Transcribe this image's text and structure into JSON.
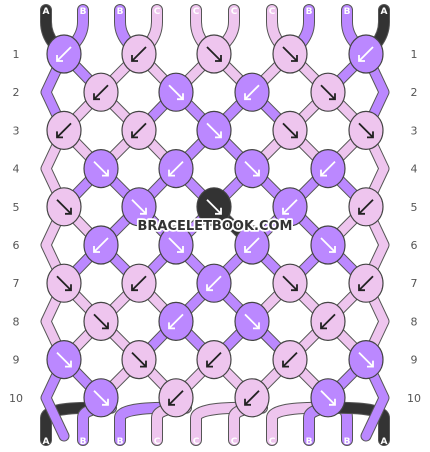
{
  "watermark": "BRACELETBOOK.COM",
  "strings": {
    "top": [
      "A",
      "B",
      "B",
      "C",
      "C",
      "C",
      "C",
      "B",
      "B",
      "A"
    ],
    "bottom": [
      "A",
      "B",
      "B",
      "C",
      "C",
      "C",
      "C",
      "B",
      "B",
      "A"
    ]
  },
  "colors": {
    "A": "#333333",
    "B": "#bb88ff",
    "C": "#eec5ee"
  },
  "row_labels": [
    "1",
    "2",
    "3",
    "4",
    "5",
    "6",
    "7",
    "8",
    "9",
    "10"
  ],
  "knots": [
    [
      {
        "c": "B",
        "d": "↙"
      },
      {
        "c": "C",
        "d": "↙"
      },
      {
        "c": "C",
        "d": "↘"
      },
      {
        "c": "C",
        "d": "↘"
      },
      {
        "c": "B",
        "d": "↙"
      }
    ],
    [
      {
        "c": "C",
        "d": "↙"
      },
      {
        "c": "B",
        "d": "↘"
      },
      {
        "c": "B",
        "d": "↙"
      },
      {
        "c": "C",
        "d": "↘"
      }
    ],
    [
      {
        "c": "C",
        "d": "↙"
      },
      {
        "c": "C",
        "d": "↙"
      },
      {
        "c": "B",
        "d": "↘"
      },
      {
        "c": "C",
        "d": "↘"
      },
      {
        "c": "C",
        "d": "↘"
      }
    ],
    [
      {
        "c": "B",
        "d": "↘"
      },
      {
        "c": "B",
        "d": "↙"
      },
      {
        "c": "B",
        "d": "↘"
      },
      {
        "c": "B",
        "d": "↙"
      }
    ],
    [
      {
        "c": "C",
        "d": "↘"
      },
      {
        "c": "B",
        "d": "↘"
      },
      {
        "c": "A",
        "d": "↘"
      },
      {
        "c": "B",
        "d": "↙"
      },
      {
        "c": "C",
        "d": "↙"
      }
    ],
    [
      {
        "c": "B",
        "d": "↙"
      },
      {
        "c": "B",
        "d": "↘"
      },
      {
        "c": "B",
        "d": "↙"
      },
      {
        "c": "B",
        "d": "↘"
      }
    ],
    [
      {
        "c": "C",
        "d": "↘"
      },
      {
        "c": "C",
        "d": "↙"
      },
      {
        "c": "B",
        "d": "↙"
      },
      {
        "c": "C",
        "d": "↘"
      },
      {
        "c": "C",
        "d": "↙"
      }
    ],
    [
      {
        "c": "C",
        "d": "↘"
      },
      {
        "c": "B",
        "d": "↙"
      },
      {
        "c": "B",
        "d": "↘"
      },
      {
        "c": "C",
        "d": "↙"
      }
    ],
    [
      {
        "c": "B",
        "d": "↘"
      },
      {
        "c": "C",
        "d": "↘"
      },
      {
        "c": "C",
        "d": "↙"
      },
      {
        "c": "C",
        "d": "↙"
      },
      {
        "c": "B",
        "d": "↘"
      }
    ],
    [
      {
        "c": "B",
        "d": "↘"
      },
      {
        "c": "C",
        "d": "↙"
      },
      {
        "c": "C",
        "d": "↙"
      },
      {
        "c": "B",
        "d": "↘"
      }
    ]
  ]
}
